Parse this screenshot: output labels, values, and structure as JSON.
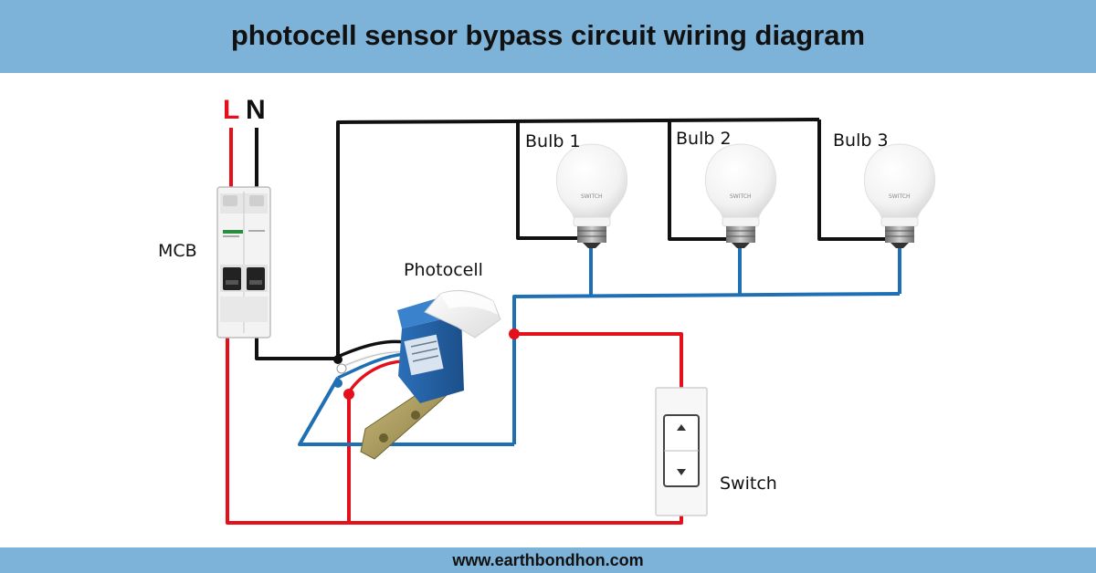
{
  "header": {
    "title": "photocell sensor bypass circuit wiring diagram"
  },
  "footer": {
    "url": "www.earthbondhon.com"
  },
  "labels": {
    "live": "L",
    "neutral": "N",
    "mcb": "MCB",
    "photocell": "Photocell",
    "switch": "Switch",
    "bulbs": [
      "Bulb 1",
      "Bulb 2",
      "Bulb 3"
    ],
    "bulb_brand": "SWITCH"
  },
  "colors": {
    "header_bg": "#7db3d8",
    "live_wire": "#e4101c",
    "neutral_wire": "#111111",
    "load_wire": "#1f6fb5",
    "live_label": "#e4101c",
    "neutral_label": "#111111"
  }
}
